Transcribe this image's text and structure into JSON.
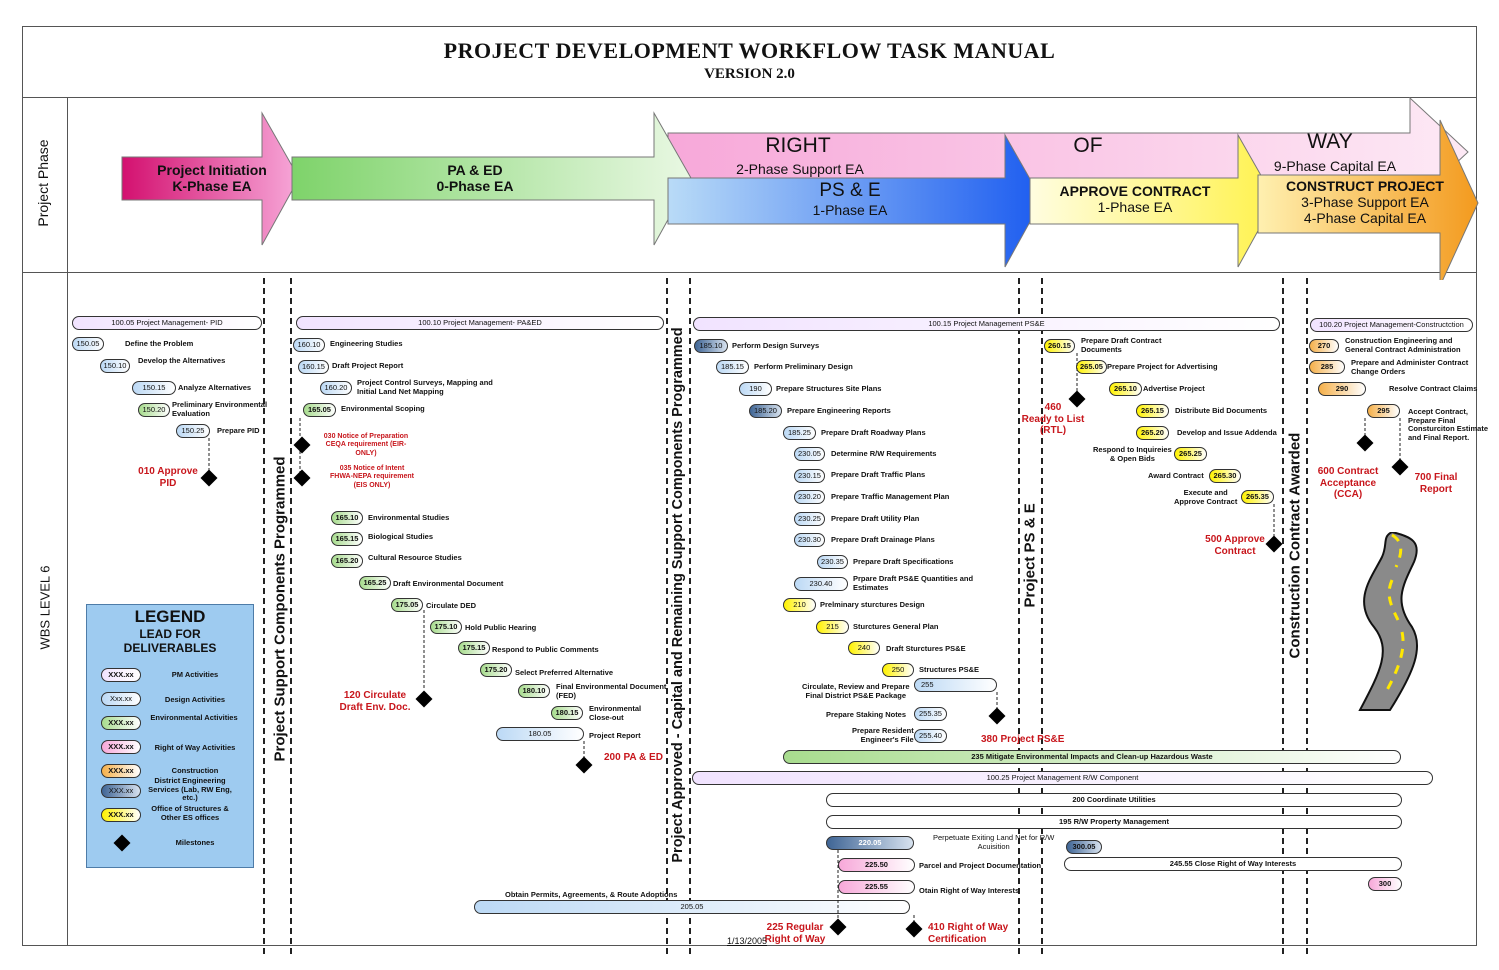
{
  "header": {
    "title": "PROJECT DEVELOPMENT WORKFLOW TASK MANUAL",
    "version": "VERSION 2.0"
  },
  "rows": {
    "phase_label": "Project Phase",
    "wbs_label": "WBS LEVEL 6"
  },
  "phases": {
    "initiation": {
      "line1": "Project Initiation",
      "line2": "K-Phase EA"
    },
    "paed": {
      "line1": "PA & ED",
      "line2": "0-Phase EA"
    },
    "row": {
      "word1": "RIGHT",
      "word2": "OF",
      "word3": "WAY",
      "sub1": "2-Phase Support EA",
      "sub2": "9-Phase Capital EA"
    },
    "pse": {
      "line1": "PS & E",
      "line2": "1-Phase EA"
    },
    "approve": {
      "line1": "APPROVE CONTRACT",
      "line2": "1-Phase EA"
    },
    "construct": {
      "line1": "CONSTRUCT PROJECT",
      "line2": "3-Phase Support EA",
      "line3": "4-Phase Capital EA"
    }
  },
  "dividers": {
    "psc": "Project Support Components Programmed",
    "approved": "Project Approved - Capital and Remaining Support Components Programmed",
    "pse": "Project PS & E",
    "awarded": "Construction Contract Awarded"
  },
  "pm_bars": {
    "pid": "100.05  Project Management- PID",
    "paed": "100.10 Project Management- PA&ED",
    "pse": "100.15 Project Management PS&E",
    "con": "100.20 Project Management-Constructction",
    "rw": "100.25 Project Management R/W Component"
  },
  "tasks": {
    "t15005": {
      "code": "150.05",
      "label": "Define the Problem"
    },
    "t15010": {
      "code": "150.10",
      "label": "Develop the Alternatives"
    },
    "t15015": {
      "code": "150.15",
      "label": "Analyze Alternatives"
    },
    "t15020": {
      "code": "150.20",
      "label1": "Preliminary Environmental",
      "label2": "Evaluation"
    },
    "t15025": {
      "code": "150.25",
      "label": "Prepare PID"
    },
    "t16010": {
      "code": "160.10",
      "label": "Engineering Studies"
    },
    "t16015": {
      "code": "160.15",
      "label": "Draft Project Report"
    },
    "t16020": {
      "code": "160.20",
      "label1": "Project Control Surveys, Mapping and",
      "label2": "Initial Land Net Mapping"
    },
    "t16505": {
      "code": "165.05",
      "label": "Environmental Scoping"
    },
    "t16510": {
      "code": "165.10",
      "label": "Environmental Studies"
    },
    "t16515": {
      "code": "165.15",
      "label": "Biological Studies"
    },
    "t16520": {
      "code": "165.20",
      "label": "Cultural Resource Studies"
    },
    "t16525": {
      "code": "165.25",
      "label": "Draft Environmental Document"
    },
    "t17505": {
      "code": "175.05",
      "label": "Circulate DED"
    },
    "t17510": {
      "code": "175.10",
      "label": "Hold Public Hearing"
    },
    "t17515": {
      "code": "175.15",
      "label": "Respond to Public Comments"
    },
    "t17520": {
      "code": "175.20",
      "label": "Select Preferred Alternative"
    },
    "t18010": {
      "code": "180.10",
      "label1": "Final Environmental Document",
      "label2": "(FED)"
    },
    "t18015": {
      "code": "180.15",
      "label1": "Environmental",
      "label2": "Close-out"
    },
    "t18005": {
      "code": "180.05",
      "label": "Project Report"
    },
    "t18510": {
      "code": "185.10",
      "label": "Perform Design Surveys"
    },
    "t18515": {
      "code": "185.15",
      "label": "Perform Preliminary Design"
    },
    "t190": {
      "code": "190",
      "label": "Prepare Structures Site Plans"
    },
    "t18520": {
      "code": "185.20",
      "label": "Prepare Engineering Reports"
    },
    "t18525": {
      "code": "185.25",
      "label": "Prepare Draft Roadway Plans"
    },
    "t23005": {
      "code": "230.05",
      "label": "Determine R/W Requirements"
    },
    "t23015": {
      "code": "230.15",
      "label": "Prepare Draft Traffic Plans"
    },
    "t23020": {
      "code": "230.20",
      "label": "Prepare Traffic Management Plan"
    },
    "t23025": {
      "code": "230.25",
      "label": "Prepare Draft Utility Plan"
    },
    "t23030": {
      "code": "230.30",
      "label": "Prepare Draft Drainage Plans"
    },
    "t23035": {
      "code": "230.35",
      "label": "Prepare Draft Specifications"
    },
    "t23040": {
      "code": "230.40",
      "label1": "Prpare Draft PS&E Quantities and",
      "label2": "Estimates"
    },
    "t210": {
      "code": "210",
      "label": "Prelminary sturctures Design"
    },
    "t215": {
      "code": "215",
      "label": "Sturctures General Plan"
    },
    "t240": {
      "code": "240",
      "label": "Draft Sturctures PS&E"
    },
    "t250": {
      "code": "250",
      "label": "Structures PS&E"
    },
    "t255": {
      "code": "255",
      "label1": "Circulate, Review and Prepare",
      "label2": "Final District PS&E Package"
    },
    "t25535": {
      "code": "255.35",
      "label": "Prepare Staking Notes"
    },
    "t25540": {
      "code": "255.40",
      "label1": "Prepare Resident",
      "label2": "Engineer's File"
    },
    "t26015": {
      "code": "260.15",
      "label1": "Prepare Draft Contract",
      "label2": "Documents"
    },
    "t26505": {
      "code": "265.05",
      "label": "Prepare Project for Advertising"
    },
    "t26510": {
      "code": "265.10",
      "label": "Advertise Project"
    },
    "t26515": {
      "code": "265.15",
      "label": "Distribute Bid Documents"
    },
    "t26520": {
      "code": "265.20",
      "label": "Develop and Issue Addenda"
    },
    "t26525": {
      "code": "265.25",
      "label1": "Respond to Inquireies",
      "label2": "& Open Bids"
    },
    "t26530": {
      "code": "265.30",
      "label": "Award Contract"
    },
    "t26535": {
      "code": "265.35",
      "label1": "Execute and",
      "label2": "Approve Contract"
    },
    "t270": {
      "code": "270",
      "label1": "Construction Engineering and",
      "label2": "General Contract Administration"
    },
    "t285": {
      "code": "285",
      "label1": "Prepare and Administer Contract",
      "label2": "Change Orders"
    },
    "t290": {
      "code": "290",
      "label": "Resolve Contract Claims"
    },
    "t295": {
      "code": "295",
      "label1": "Accept Contract,",
      "label2": "Prepare Final",
      "label3": "Consturciton Estimate",
      "label4": "and Final Report."
    },
    "t235": {
      "label": "235 Mitigate Environmental Impacts and Clean-up Hazardous Waste"
    },
    "t200": {
      "label": "200 Coordinate Utilities"
    },
    "t195": {
      "label": "195 R/W Property Management"
    },
    "t22005": {
      "code": "220.05",
      "label1": "Perpetuate Exiting Land Net for R/W",
      "label2": "Acuisition"
    },
    "t30005": {
      "code": "300.05"
    },
    "t24555": {
      "label": "245.55 Close Right of Way Interests"
    },
    "t22550": {
      "code": "225.50",
      "label": "Parcel and Project Documentation"
    },
    "t22555": {
      "code": "225.55",
      "label": "Otain Right of Way Interests"
    },
    "t300": {
      "code": "300"
    },
    "t20505": {
      "code": "205.05",
      "label": "Obtain Permits, Agreements, & Route Adoptions"
    }
  },
  "milestones": {
    "m010": {
      "line1": "010 Approve",
      "line2": "PID"
    },
    "m030": {
      "line1": "030 Notice of Preparation",
      "line2": "CEQA requirement (EIR-",
      "line3": "ONLY)"
    },
    "m035": {
      "line1": "035 Notice of Intent",
      "line2": "FHWA-NEPA requirement",
      "line3": "(EIS ONLY)"
    },
    "m120": {
      "line1": "120 Circulate",
      "line2": "Draft Env. Doc."
    },
    "m200": {
      "line1": "200 PA & ED"
    },
    "m460": {
      "line1": "460",
      "line2": "Ready to List",
      "line3": "(RTL)"
    },
    "m380": {
      "line1": "380 Project PS&E"
    },
    "m500": {
      "line1": "500 Approve",
      "line2": "Contract"
    },
    "m600": {
      "line1": "600 Contract",
      "line2": "Acceptance",
      "line3": "(CCA)"
    },
    "m700": {
      "line1": "700 Final",
      "line2": "Report"
    },
    "m225": {
      "line1": "225 Regular",
      "line2": "Right of Way"
    },
    "m410": {
      "line1": "410 Right of Way",
      "line2": "Certification"
    }
  },
  "legend": {
    "title": "LEGEND",
    "subtitle1": "LEAD FOR",
    "subtitle2": "DELIVERABLES",
    "items": [
      {
        "code": "XXX.xx",
        "label": "PM Activities"
      },
      {
        "code": "Xxx.xx",
        "label": "Design Activities"
      },
      {
        "code": "XXX.xx",
        "label": "Environmental Activities"
      },
      {
        "code": "XXX.xx",
        "label": "Right of Way Activities"
      },
      {
        "code": "XXX.xx",
        "label": "Construction"
      },
      {
        "code": "XXX.xx",
        "label": "District Engineering Services (Lab, RW Eng, etc.)"
      },
      {
        "code": "XXX.xx",
        "label": "Office of Structures & Other ES offices"
      }
    ],
    "milestones_label": "Milestones"
  },
  "footer": {
    "date": "1/13/2005"
  },
  "colors": {
    "pm": "#e8d4fb",
    "design": "#bcd9f5",
    "environmental": "#a8dc8e",
    "row": "#f7a8d9",
    "construction": "#f5b04a",
    "district": "#3f6595",
    "structures": "#fff200",
    "milestone_text": "#c8161c"
  }
}
